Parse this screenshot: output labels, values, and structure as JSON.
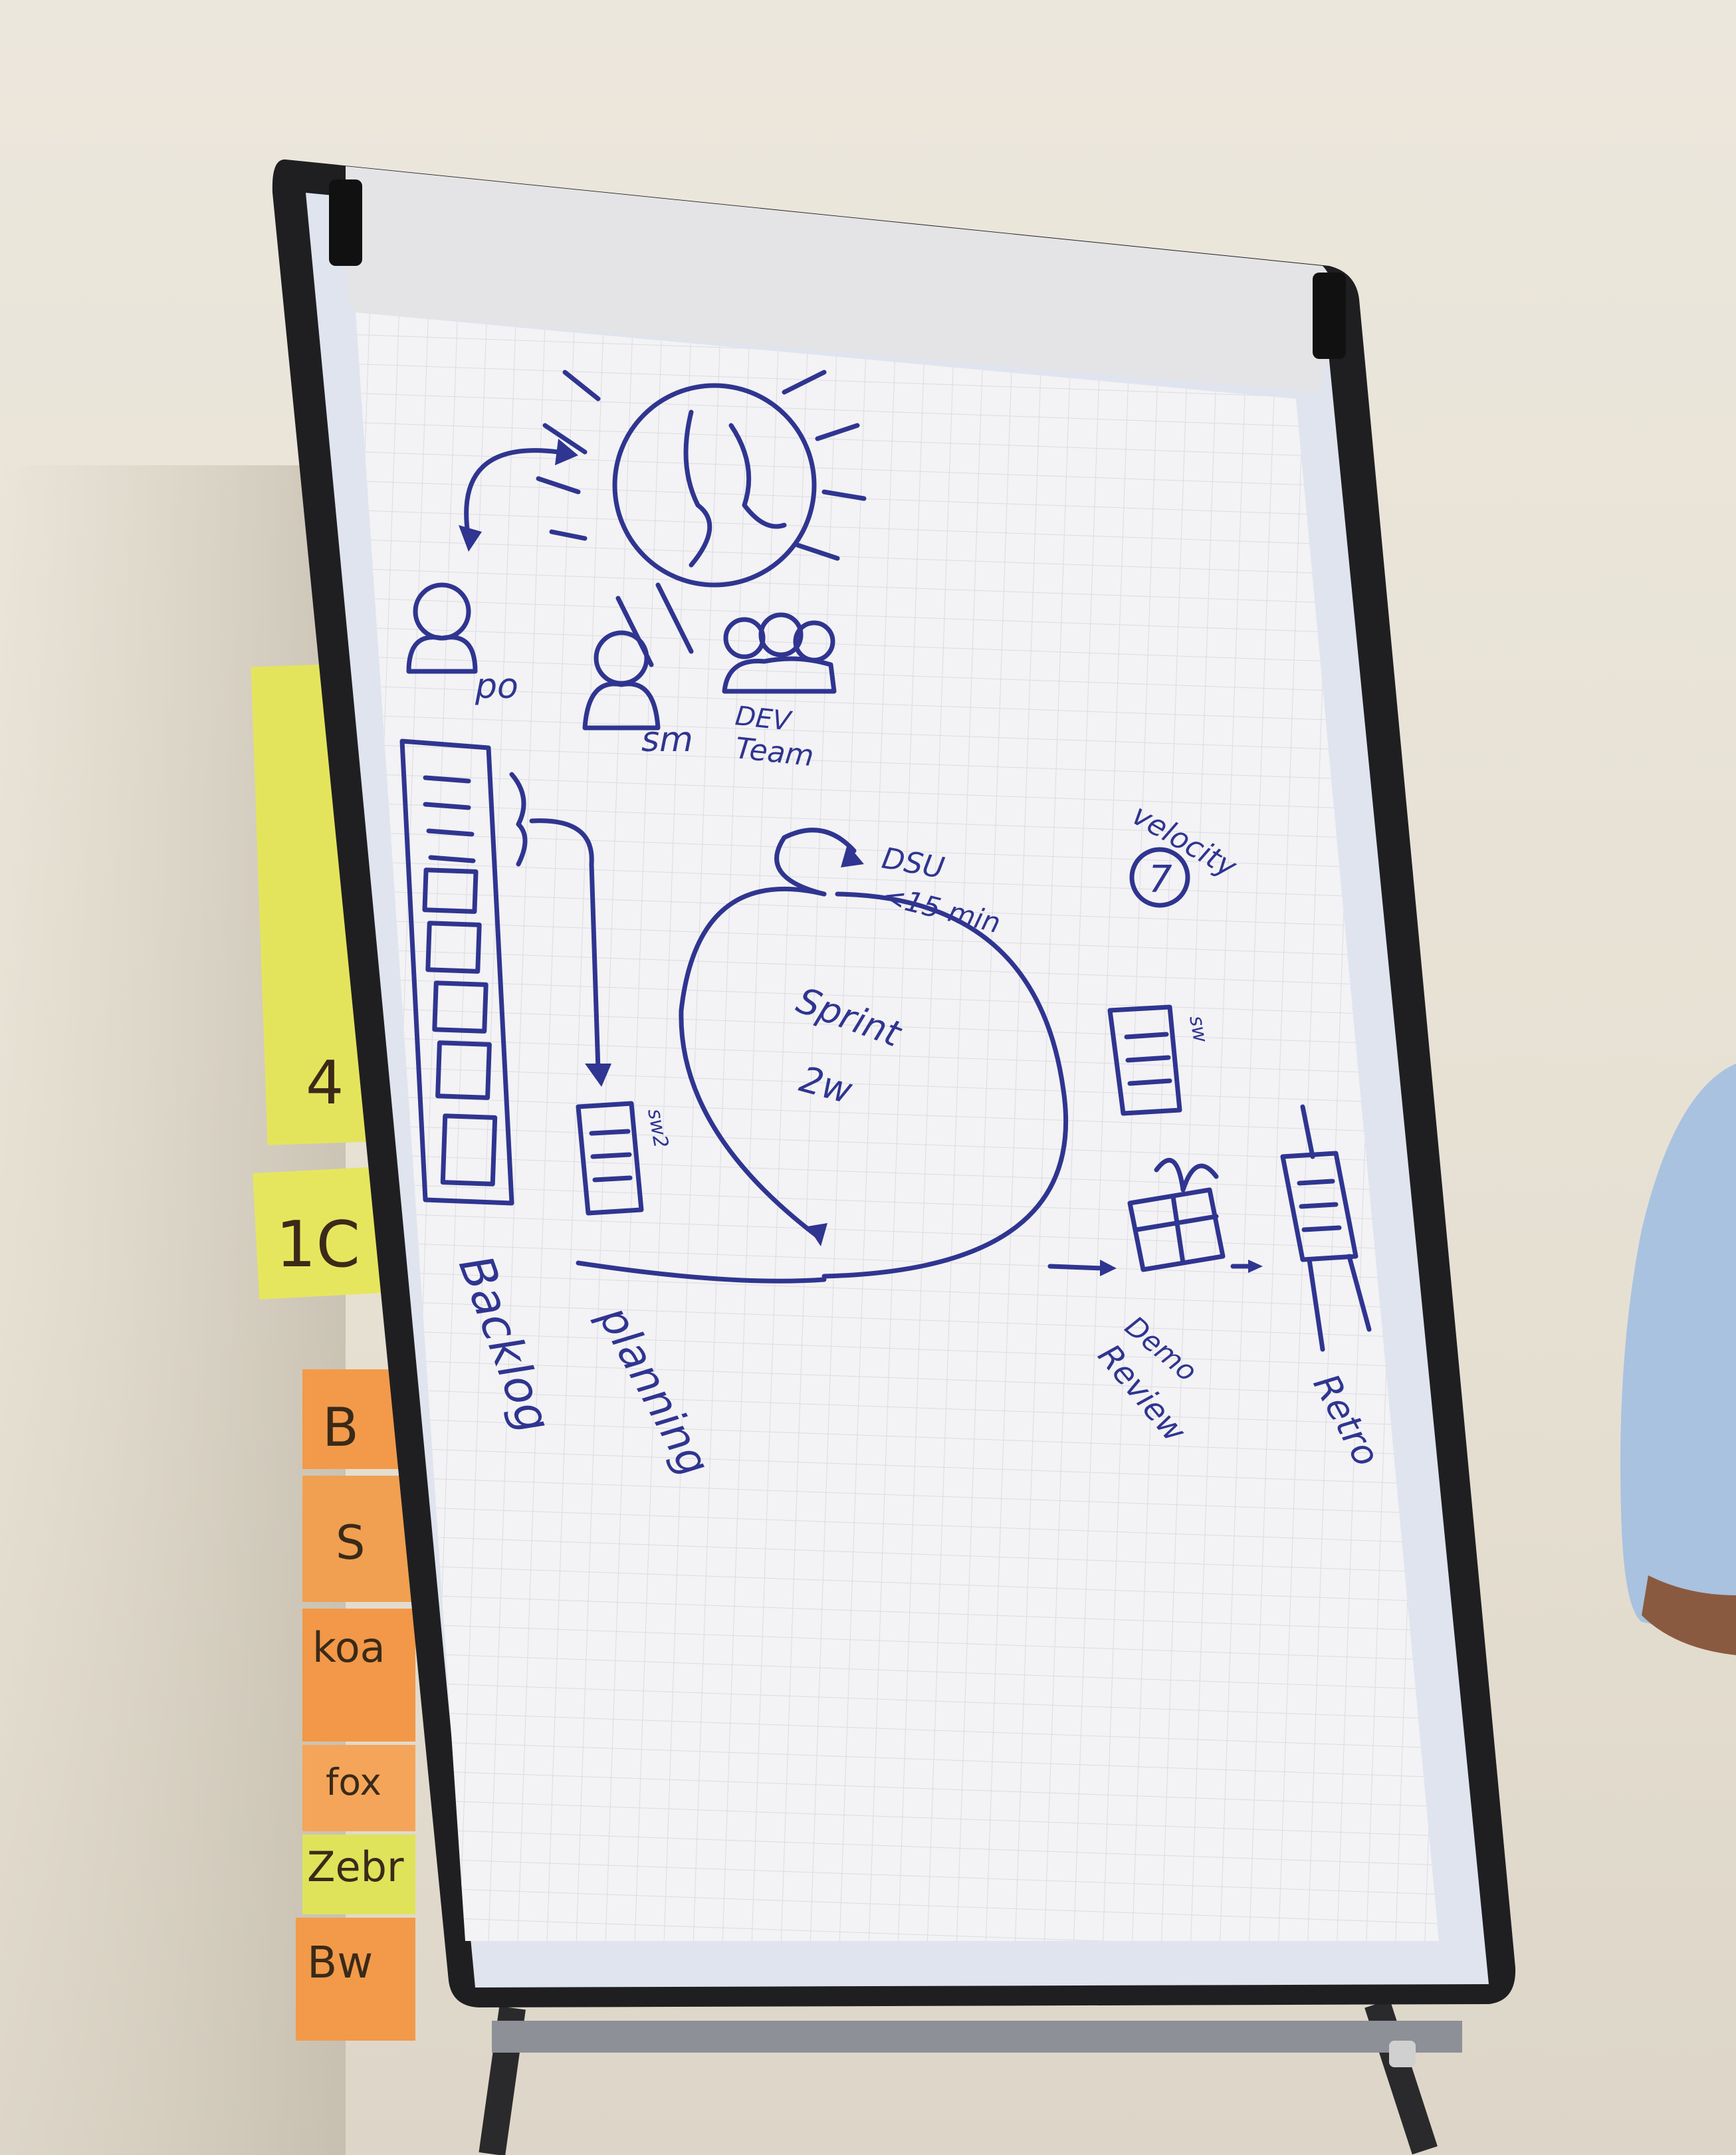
{
  "colors": {
    "wall": "#e8e3d7",
    "board_frame": "#1f1f22",
    "paper": "#f3f2f3",
    "grid": "#d8d8e0",
    "ink": "#2f3590",
    "sticky_yellow": "#e4e55a",
    "sticky_orange": "#f29a4a"
  },
  "flipchart": {
    "roles": {
      "po": "po",
      "sm": "sm",
      "dev_team_line1": "DEV",
      "dev_team_line2": "Team"
    },
    "dsu_line1": "DSU",
    "dsu_line2": "<15 min",
    "velocity_label": "velocity",
    "velocity_value": "7",
    "sprint_line1": "Sprint",
    "sprint_line2": "2w",
    "backlog_label": "Backlog",
    "planning_label": "planning",
    "demo_review_line1": "Demo",
    "demo_review_line2": "Review",
    "retro_label": "Retro",
    "small_board_label_1": "sw2",
    "small_board_label_2": "sw"
  },
  "sticky_notes": {
    "yellow_1": "4",
    "yellow_2": "1C",
    "orange_1": "B",
    "orange_2": "S",
    "orange_3": "koa",
    "orange_4": "fox",
    "yellow_3": "Zebr",
    "orange_5": "Bw"
  }
}
